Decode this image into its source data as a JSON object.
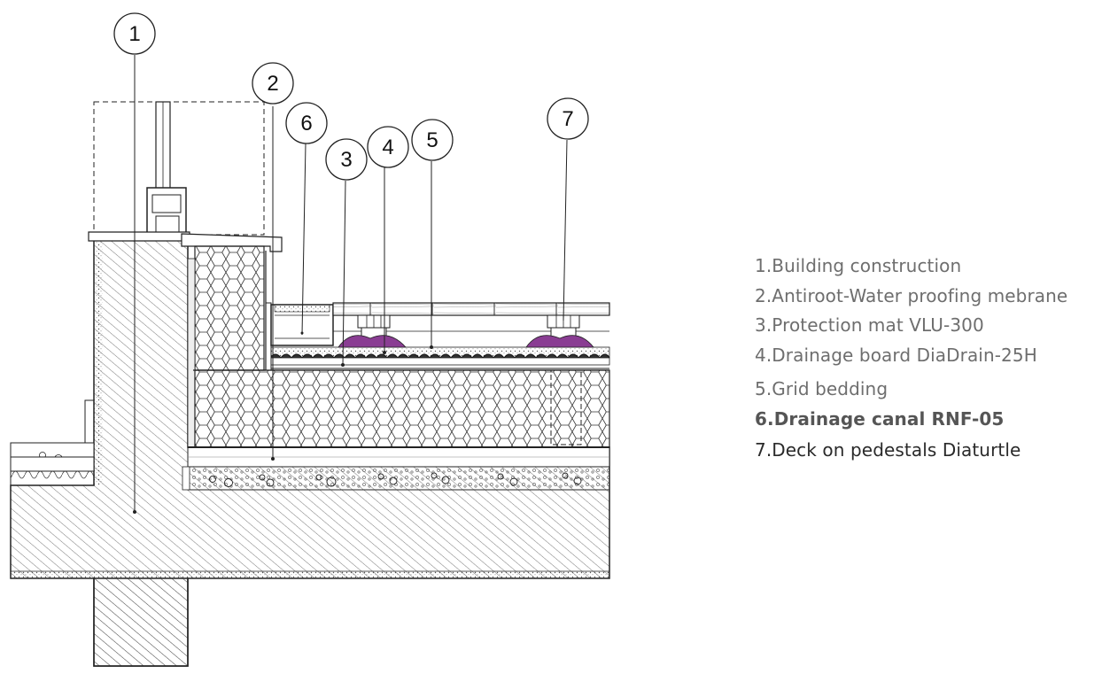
{
  "callouts": [
    "1",
    "2",
    "3",
    "4",
    "5",
    "6",
    "7"
  ],
  "legend": [
    {
      "label": "1.Building construction",
      "style": "normal"
    },
    {
      "label": "2.Antiroot-Water proofing mebrane",
      "style": "normal"
    },
    {
      "label": "3.Protection mat VLU-300",
      "style": "normal"
    },
    {
      "label": "4.Drainage board DiaDrain-25H",
      "style": "normal"
    },
    {
      "label": "5.Grid bedding",
      "style": "normal"
    },
    {
      "label": "6.Drainage canal RNF-05",
      "style": "bold"
    },
    {
      "label": "7.Deck on pedestals Diaturtle",
      "style": "dark"
    }
  ],
  "colors": {
    "line": "#222222",
    "pedestal": "#8a3d93",
    "legend_text": "#6e6e6e",
    "legend_dark": "#2a2a2a"
  }
}
